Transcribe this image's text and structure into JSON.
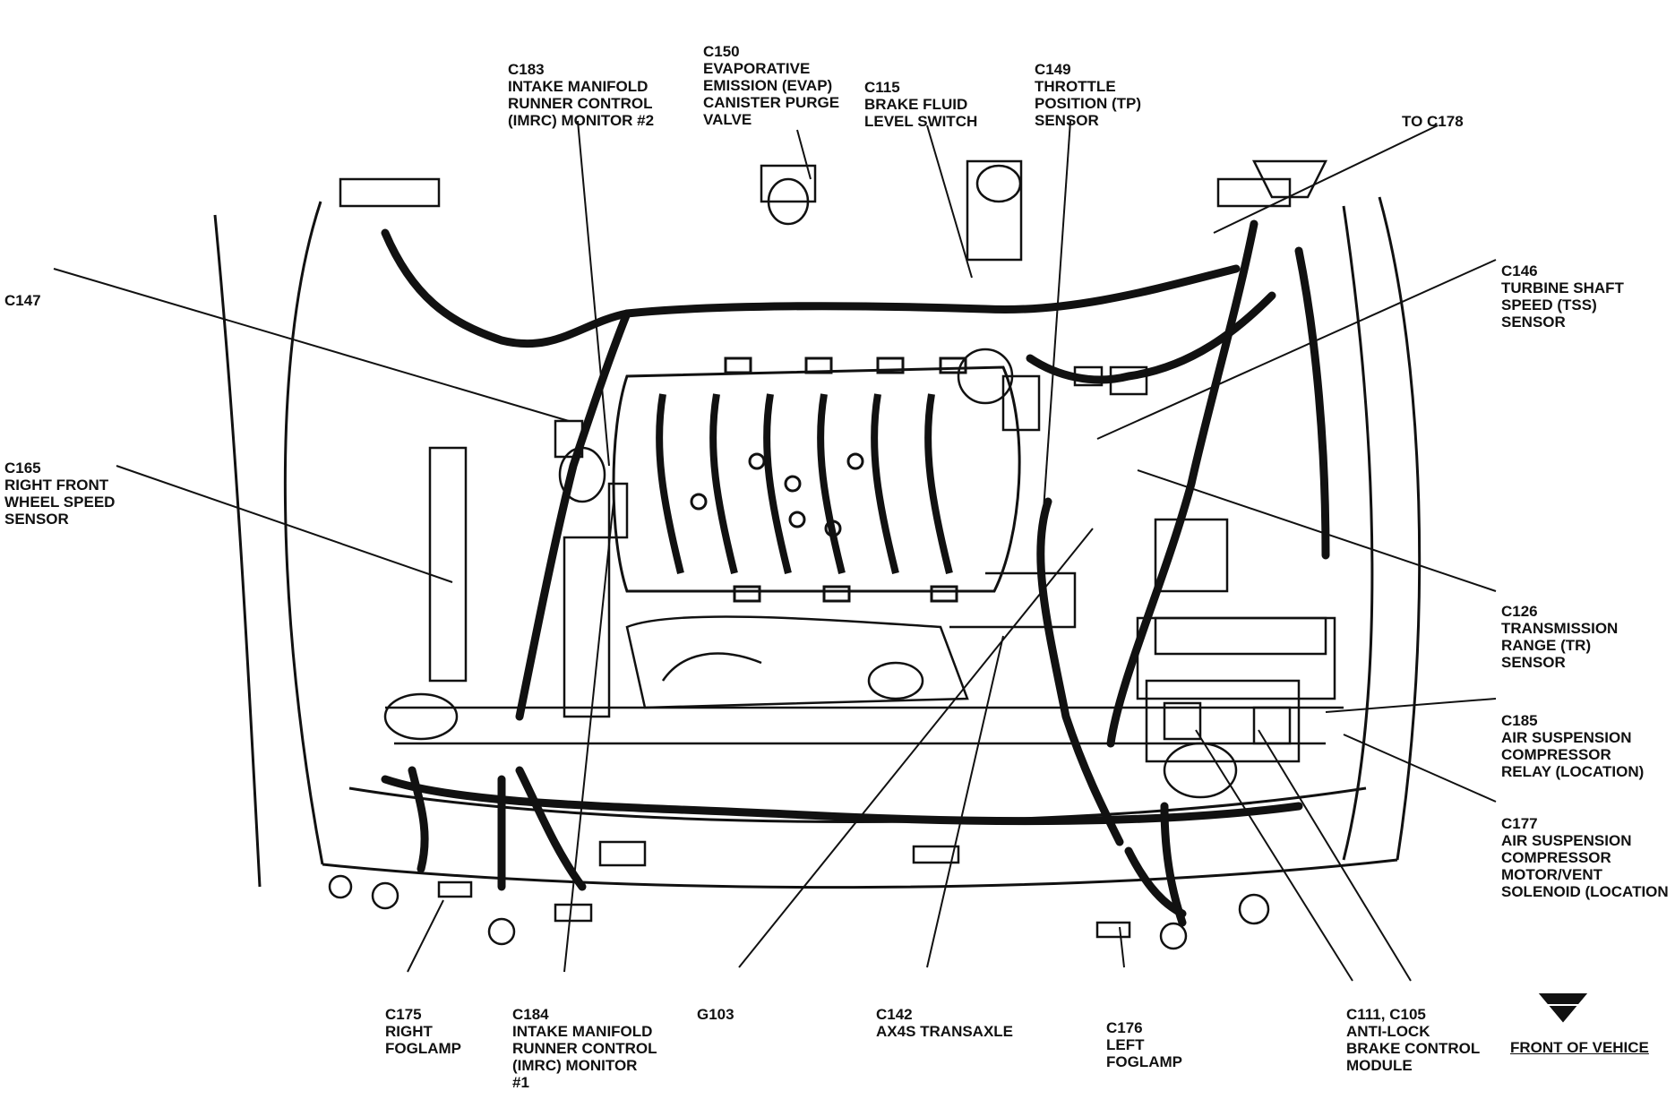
{
  "labels": {
    "c183": [
      "C183",
      "INTAKE MANIFOLD",
      "RUNNER CONTROL",
      "(IMRC) MONITOR #2"
    ],
    "c150": [
      "C150",
      "EVAPORATIVE",
      "EMISSION (EVAP)",
      "CANISTER PURGE",
      "VALVE"
    ],
    "c115": [
      "C115",
      "BRAKE FLUID",
      "LEVEL SWITCH"
    ],
    "c149": [
      "C149",
      "THROTTLE",
      "POSITION (TP)",
      "SENSOR"
    ],
    "c178": [
      "TO C178"
    ],
    "c147": [
      "C147"
    ],
    "c146": [
      "C146",
      "TURBINE SHAFT",
      "SPEED (TSS)",
      "SENSOR"
    ],
    "c165": [
      "C165",
      "RIGHT FRONT",
      "WHEEL SPEED",
      "SENSOR"
    ],
    "c126": [
      "C126",
      "TRANSMISSION",
      "RANGE (TR)",
      "SENSOR"
    ],
    "c185": [
      "C185",
      "AIR SUSPENSION",
      "COMPRESSOR",
      "RELAY (LOCATION)"
    ],
    "c177": [
      "C177",
      "AIR SUSPENSION",
      "COMPRESSOR",
      "MOTOR/VENT",
      "SOLENOID (LOCATION"
    ],
    "c175": [
      "C175",
      "RIGHT",
      "FOGLAMP"
    ],
    "c184": [
      "C184",
      "INTAKE MANIFOLD",
      "RUNNER CONTROL",
      "(IMRC) MONITOR",
      "#1"
    ],
    "g103": [
      "G103"
    ],
    "c142": [
      "C142",
      "AX4S TRANSAXLE"
    ],
    "c176": [
      "C176",
      "LEFT",
      "FOGLAMP"
    ],
    "c111": [
      "C111, C105",
      "ANTI-LOCK",
      "BRAKE CONTROL",
      "MODULE"
    ]
  },
  "front_label": "FRONT OF VEHICE",
  "icons": {
    "front_arrow": "down-chevron-arrow-icon"
  },
  "colors": {
    "ink": "#111111",
    "background": "#ffffff"
  }
}
